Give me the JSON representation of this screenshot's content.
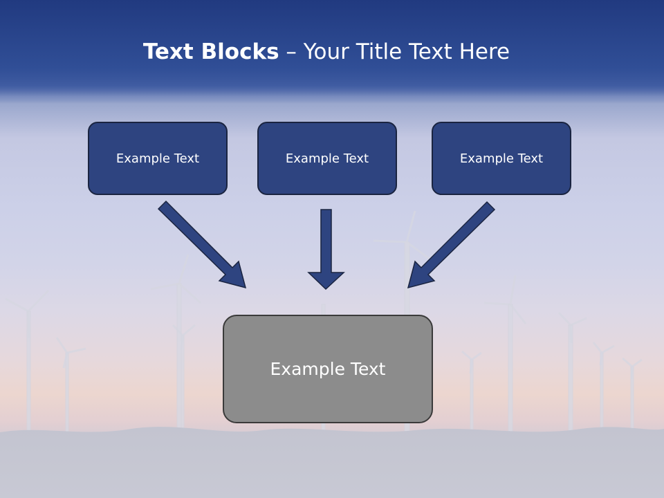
{
  "title": {
    "bold": "Text Blocks",
    "dash": " – ",
    "rest": "Your Title Text Here"
  },
  "top_boxes": [
    {
      "label": "Example Text"
    },
    {
      "label": "Example Text"
    },
    {
      "label": "Example Text"
    }
  ],
  "bottom_box": {
    "label": "Example Text"
  },
  "colors": {
    "header": "#2e4d96",
    "top_box_fill": "#2e4480",
    "bottom_box_fill": "#8c8c8c",
    "arrow_fill": "#2e4480"
  }
}
